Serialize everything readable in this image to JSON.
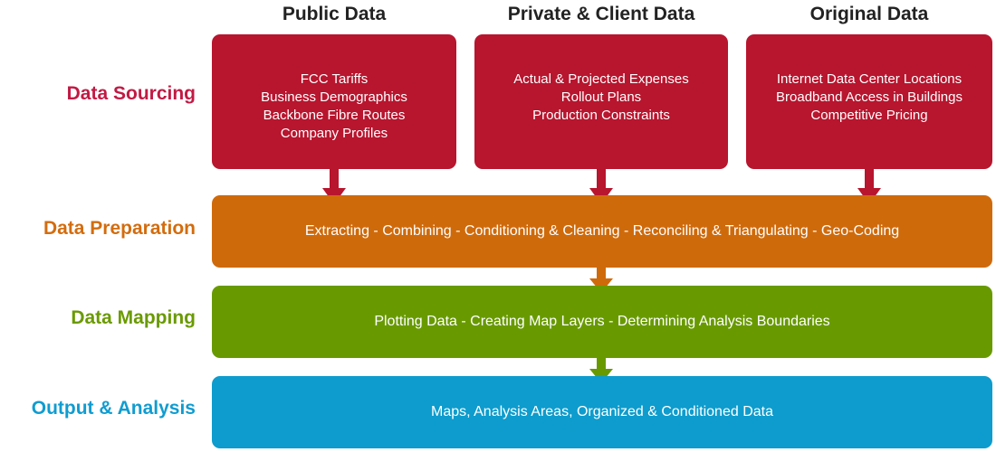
{
  "columns": {
    "public": "Public Data",
    "private": "Private & Client Data",
    "original": "Original Data"
  },
  "rows": {
    "sourcing": "Data Sourcing",
    "preparation": "Data Preparation",
    "mapping": "Data Mapping",
    "output": "Output & Analysis"
  },
  "sources": {
    "public": [
      "FCC Tariffs",
      "Business Demographics",
      "Backbone Fibre Routes",
      "Company Profiles"
    ],
    "private": [
      "Actual & Projected Expenses",
      "Rollout Plans",
      "Production Constraints"
    ],
    "original": [
      "Internet Data Center Locations",
      "Broadband Access in Buildings",
      "Competitive Pricing"
    ]
  },
  "stages": {
    "preparation": "Extracting - Combining - Conditioning & Cleaning - Reconciling & Triangulating - Geo-Coding",
    "mapping": "Plotting Data - Creating Map Layers - Determining Analysis Boundaries",
    "output": "Maps, Analysis Areas, Organized & Conditioned Data"
  },
  "colors": {
    "sourcing": "#b8152e",
    "preparation": "#cf6a0b",
    "mapping": "#689a00",
    "output": "#0d9ccd"
  }
}
